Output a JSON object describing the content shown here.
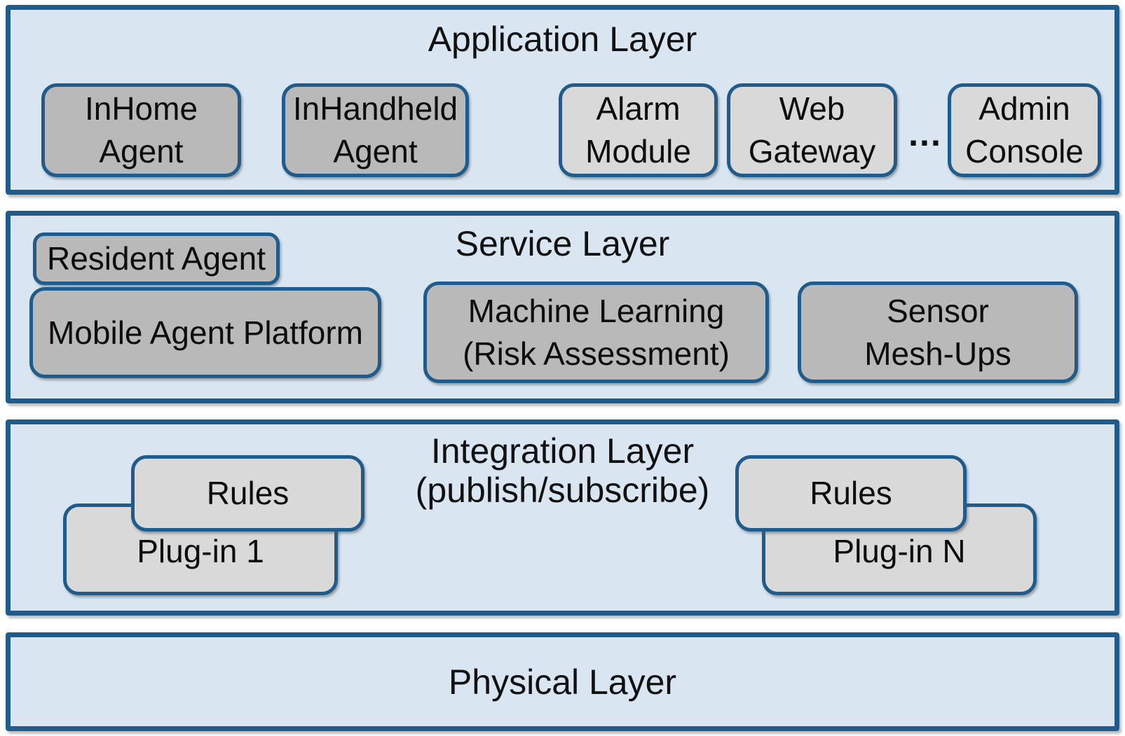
{
  "diagram": {
    "colors": {
      "layer_fill": "#d9e6f2",
      "border_blue": "#1f5c8c",
      "box_dark_gray": "#b9b9b9",
      "box_light_gray": "#d9d9d9",
      "text": "#0d0d0d"
    },
    "layers": {
      "application": {
        "title": "Application Layer",
        "boxes": [
          {
            "label": "InHome\nAgent"
          },
          {
            "label": "InHandheld\nAgent"
          },
          {
            "label": "Alarm\nModule"
          },
          {
            "label": "Web\nGateway"
          },
          {
            "label": "Admin\nConsole"
          }
        ],
        "ellipsis": "..."
      },
      "service": {
        "title": "Service Layer",
        "boxes": [
          {
            "label": "Resident Agent"
          },
          {
            "label": "Mobile Agent Platform"
          },
          {
            "label": "Machine Learning\n(Risk Assessment)"
          },
          {
            "label": "Sensor\nMesh-Ups"
          }
        ]
      },
      "integration": {
        "title": "Integration Layer\n(publish/subscribe)",
        "boxes": [
          {
            "label": "Rules"
          },
          {
            "label": "Plug-in 1"
          },
          {
            "label": "Rules"
          },
          {
            "label": "Plug-in N"
          }
        ]
      },
      "physical": {
        "title": "Physical Layer"
      }
    }
  }
}
